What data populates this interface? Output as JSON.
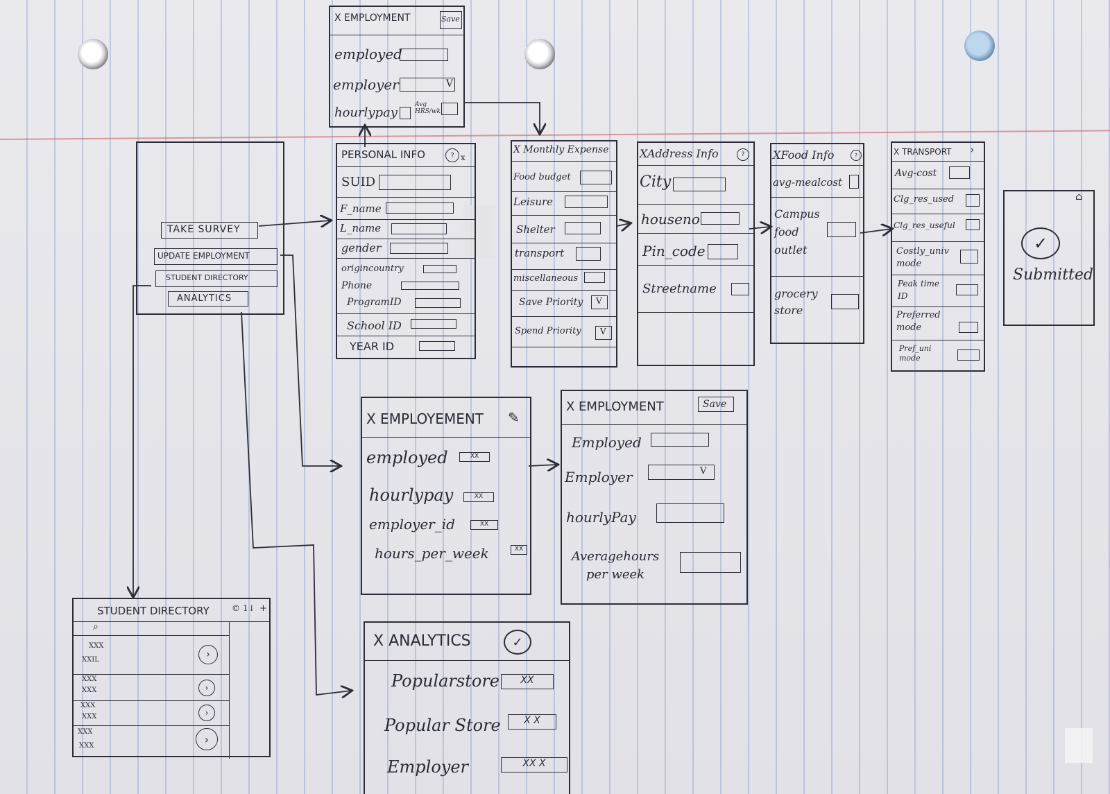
{
  "home": {
    "buttons": [
      "TAKE SURVEY",
      "UPDATE EMPLOYMENT",
      "STUDENT DIRECTORY",
      "ANALYTICS"
    ]
  },
  "employment_top": {
    "title": "X EMPLOYMENT",
    "save": "Save",
    "fields": [
      "employed",
      "employer",
      "hourlypay",
      "Avg HRS/wk"
    ],
    "dropdown_mark": "V"
  },
  "personal_info": {
    "title": "PERSONAL INFO",
    "fields": [
      "SUID",
      "F_name",
      "L_name",
      "gender",
      "origincountry",
      "Phone",
      "ProgramID",
      "School ID",
      "YEAR ID"
    ]
  },
  "monthly_expense": {
    "title": "X Monthly Expense",
    "fields": [
      "Food budget",
      "Leisure",
      "Shelter",
      "transport",
      "miscellaneous",
      "Save Priority",
      "Spend Priority"
    ],
    "dropdown_mark": "V"
  },
  "address_info": {
    "title": "XAddress Info",
    "fields": [
      "City",
      "houseno",
      "Pin_code",
      "Streetname"
    ]
  },
  "food_info": {
    "title": "XFood Info",
    "fields": [
      "avg-mealcost",
      "Campus food outlet",
      "grocery store"
    ]
  },
  "transport": {
    "title": "X TRANSPORT",
    "fields": [
      "Avg-cost",
      "Clg_res_used",
      "Clg_res_useful",
      "Costly_univ mode",
      "Peak time ID",
      "Preferred mode",
      "Pref_uni mode"
    ]
  },
  "submitted": {
    "label": "Submitted"
  },
  "employment_view": {
    "title": "X EMPLOYEMENT",
    "fields": [
      "employed",
      "hourlypay",
      "employer_id",
      "hours_per_week"
    ],
    "value": "XX"
  },
  "employment_edit": {
    "title": "X EMPLOYMENT",
    "save": "Save",
    "fields": [
      "Employed",
      "Employer",
      "hourlyPay",
      "Averagehours per week"
    ],
    "dropdown_mark": "V"
  },
  "student_directory": {
    "title": "STUDENT DIRECTORY",
    "toolbar": [
      "©",
      "1↓",
      "+"
    ],
    "rows": [
      {
        "line1": "XXX",
        "line2": "XXIL"
      },
      {
        "line1": "XXX",
        "line2": "XXX"
      },
      {
        "line1": "XXX",
        "line2": "XXX"
      },
      {
        "line1": "XXX",
        "line2": "XXX"
      }
    ]
  },
  "analytics": {
    "title": "X ANALYTICS",
    "rows": [
      {
        "label": "Popularstore",
        "value": "XX"
      },
      {
        "label": "Popular Store",
        "value": "X X"
      },
      {
        "label": "Employer",
        "value": "XX X"
      }
    ]
  },
  "colors": {
    "ink": "#2b2b36",
    "paper": "#e6e6eb",
    "grid": "#6f8ec4",
    "margin": "#cd505f"
  }
}
